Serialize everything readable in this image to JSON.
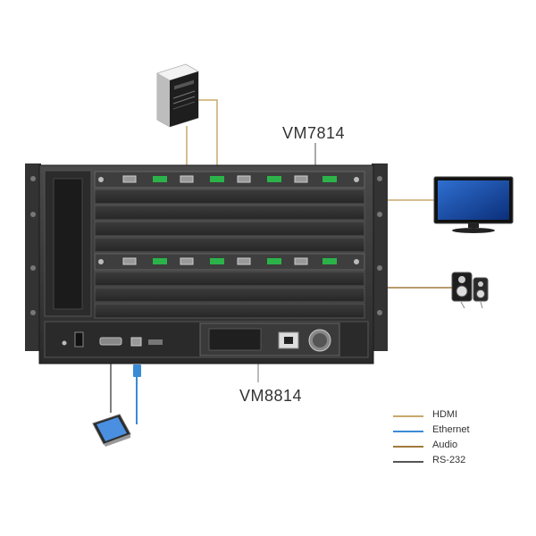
{
  "labels": {
    "top_device": "VM7814",
    "bottom_device": "VM8814"
  },
  "legend": [
    {
      "label": "HDMI",
      "color": "#c8a86b"
    },
    {
      "label": "Ethernet",
      "color": "#3a8bd6"
    },
    {
      "label": "Audio",
      "color": "#a07a3c"
    },
    {
      "label": "RS-232",
      "color": "#555555"
    }
  ],
  "devices": {
    "source": "pc-tower-icon",
    "display": "monitor-icon",
    "speakers": "speakers-icon",
    "controller": "touch-panel-icon"
  }
}
